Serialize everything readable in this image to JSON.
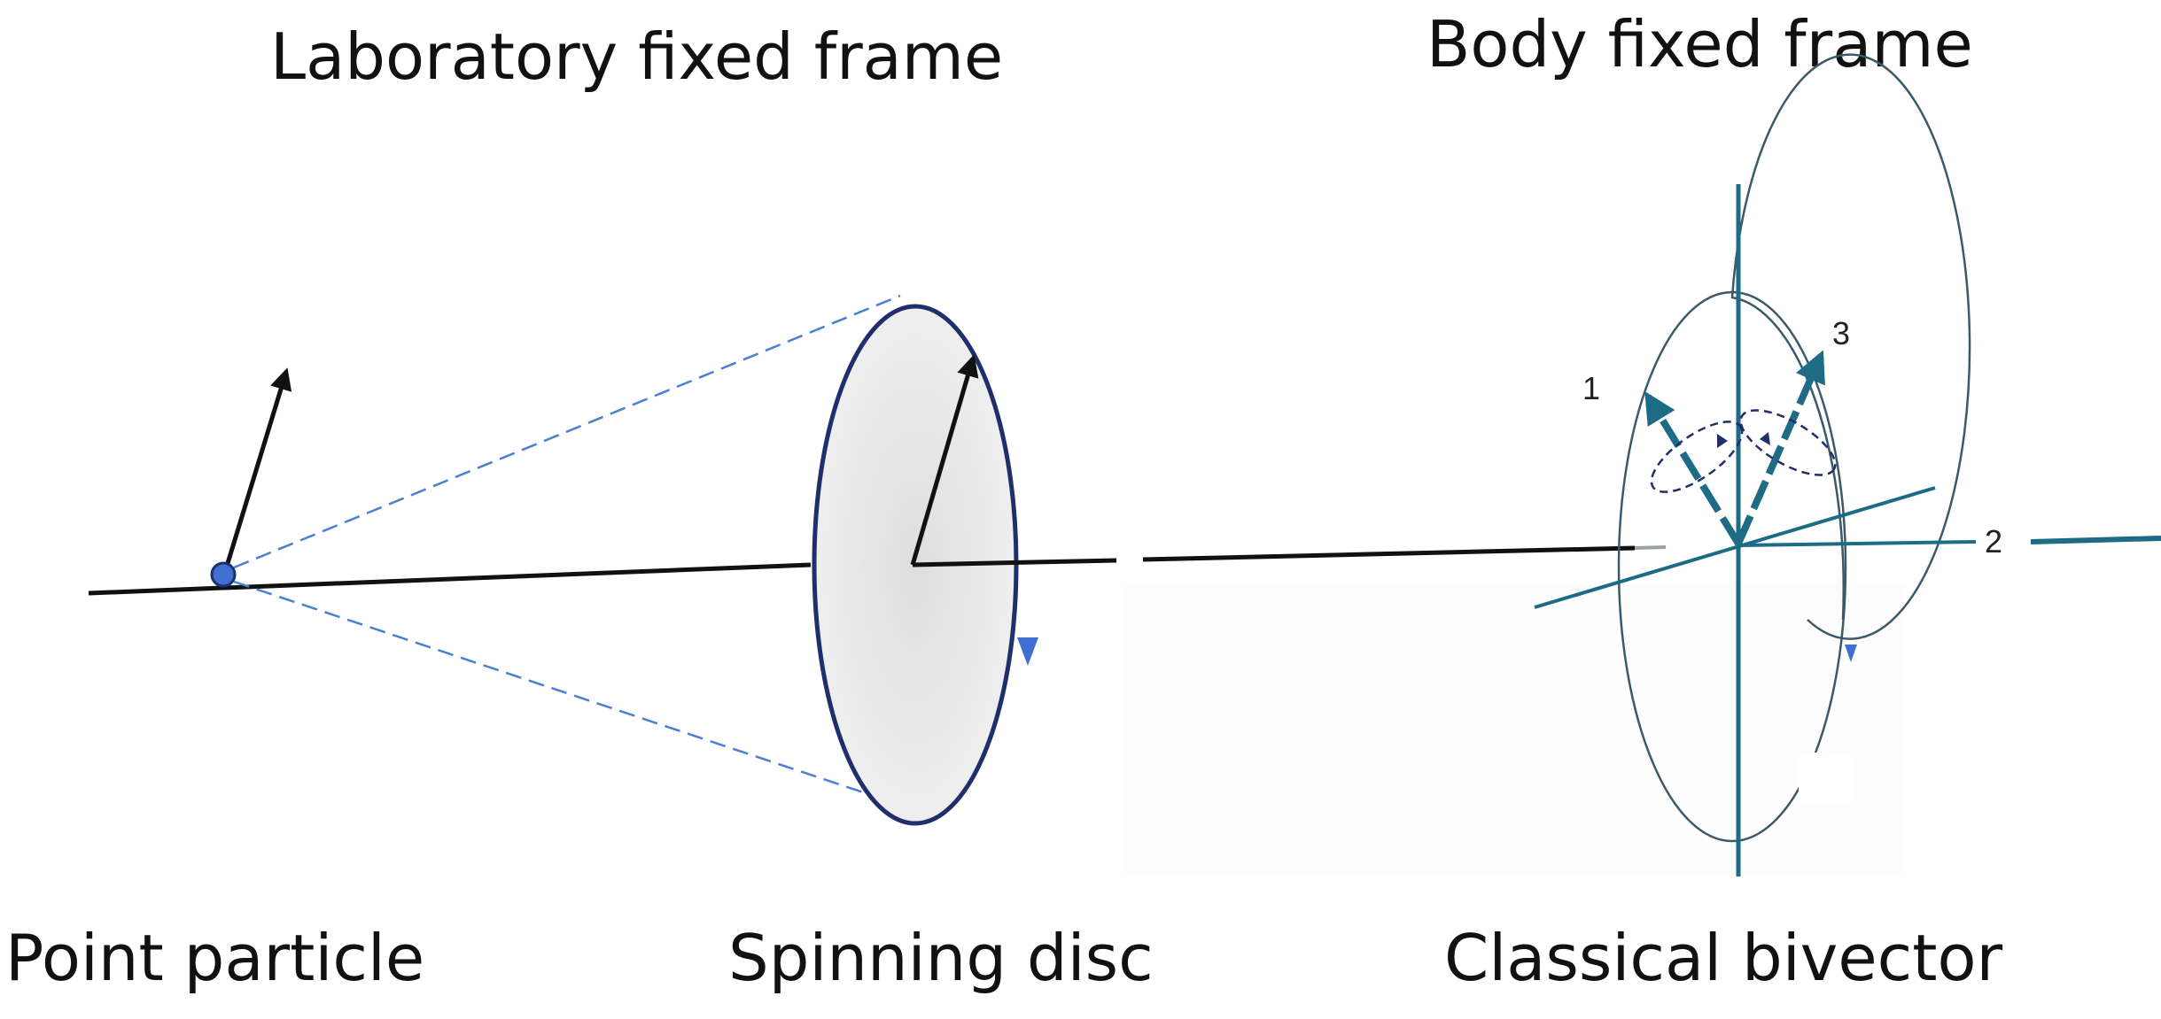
{
  "titles": {
    "lab_frame": "Laboratory fixed frame",
    "body_frame": "Body fixed frame"
  },
  "captions": {
    "point_particle": "Point particle",
    "spinning_disc": "Spinning disc",
    "classical_bivector": "Classical bivector"
  },
  "axes": {
    "axis_1": "1",
    "axis_2": "2",
    "axis_3": "3"
  },
  "colors": {
    "disc_edge": "#1f2f6b",
    "cone_dash": "#4a7fd4",
    "rotation_arrow": "#3f6fd0",
    "bivector_teal": "#1d6b85",
    "bivector_ring": "#3a5a6a",
    "particle_fill": "#3f6fd0",
    "black": "#111111"
  }
}
